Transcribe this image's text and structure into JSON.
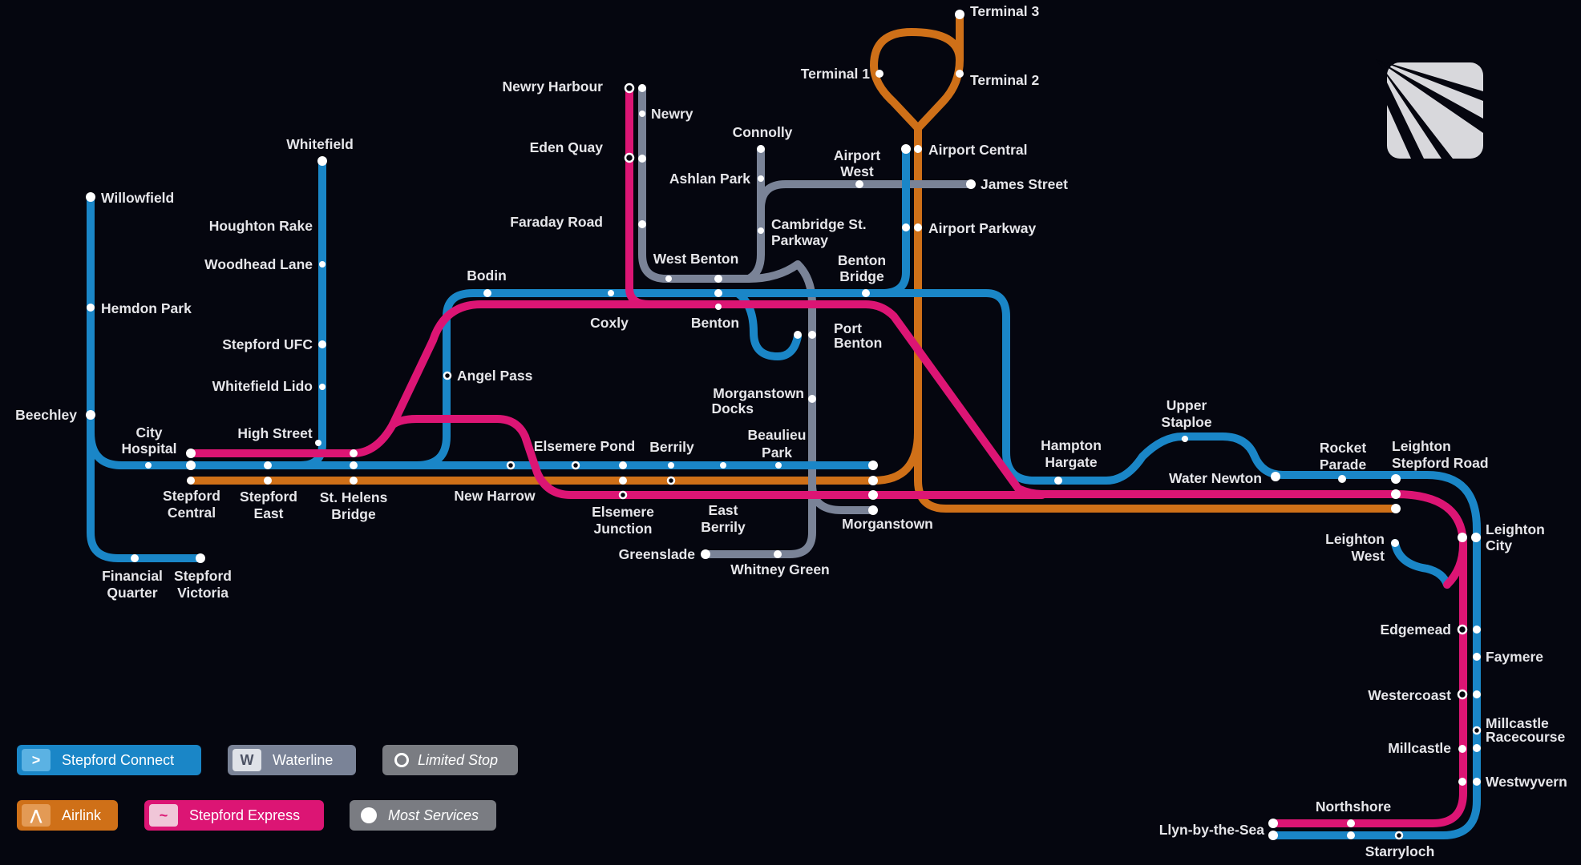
{
  "colors": {
    "connect": "#1a86c7",
    "waterline": "#7a8397",
    "airlink": "#cf7018",
    "express": "#dc1574",
    "background": "#05060f"
  },
  "legend": {
    "connect": "Stepford Connect",
    "waterline": "Waterline",
    "limited": "Limited Stop",
    "airlink": "Airlink",
    "express": "Stepford Express",
    "most": "Most Services"
  },
  "lines": [
    "Stepford Connect",
    "Waterline",
    "Airlink",
    "Stepford Express"
  ],
  "stations": {
    "terminal3": "Terminal 3",
    "terminal1": "Terminal 1",
    "terminal2": "Terminal 2",
    "newry_harbour": "Newry Harbour",
    "newry": "Newry",
    "connolly": "Connolly",
    "eden_quay": "Eden Quay",
    "airport_west_1": "Airport",
    "airport_west_2": "West",
    "airport_central": "Airport Central",
    "james_street": "James Street",
    "ashlan_park": "Ashlan Park",
    "whitefield": "Whitefield",
    "cambridge_1": "Cambridge St.",
    "cambridge_2": "Parkway",
    "willowfield": "Willowfield",
    "faraday_road": "Faraday Road",
    "airport_parkway": "Airport Parkway",
    "houghton_rake": "Houghton Rake",
    "woodhead_lane": "Woodhead Lane",
    "west_benton": "West Benton",
    "benton_bridge_1": "Benton",
    "benton_bridge_2": "Bridge",
    "bodin": "Bodin",
    "hemdon_park": "Hemdon Park",
    "coxly": "Coxly",
    "benton": "Benton",
    "port_benton_1": "Port",
    "port_benton_2": "Benton",
    "stepford_ufc": "Stepford UFC",
    "angel_pass": "Angel Pass",
    "whitefield_lido": "Whitefield Lido",
    "morganstown_docks_1": "Morganstown",
    "morganstown_docks_2": "Docks",
    "upper_staploe_1": "Upper",
    "upper_staploe_2": "Staploe",
    "beechley": "Beechley",
    "city_hospital_1": "City",
    "city_hospital_2": "Hospital",
    "high_street": "High Street",
    "beaulieu_park_1": "Beaulieu",
    "beaulieu_park_2": "Park",
    "elsemere_pond": "Elsemere Pond",
    "berrily": "Berrily",
    "hampton_hargate_1": "Hampton",
    "hampton_hargate_2": "Hargate",
    "rocket_parade_1": "Rocket",
    "rocket_parade_2": "Parade",
    "leighton_stepford_road_1": "Leighton",
    "leighton_stepford_road_2": "Stepford Road",
    "water_newton": "Water Newton",
    "stepford_central_1": "Stepford",
    "stepford_central_2": "Central",
    "stepford_east_1": "Stepford",
    "stepford_east_2": "East",
    "st_helens_bridge_1": "St. Helens",
    "st_helens_bridge_2": "Bridge",
    "new_harrow": "New Harrow",
    "elsemere_junction_1": "Elsemere",
    "elsemere_junction_2": "Junction",
    "east_berrily_1": "East",
    "east_berrily_2": "Berrily",
    "morganstown": "Morganstown",
    "leighton_city_1": "Leighton",
    "leighton_city_2": "City",
    "leighton_west_1": "Leighton",
    "leighton_west_2": "West",
    "greenslade": "Greenslade",
    "whitney_green": "Whitney Green",
    "financial_quarter_1": "Financial",
    "financial_quarter_2": "Quarter",
    "stepford_victoria_1": "Stepford",
    "stepford_victoria_2": "Victoria",
    "edgemead": "Edgemead",
    "faymere": "Faymere",
    "westercoast": "Westercoast",
    "millcastle_racecourse_1": "Millcastle",
    "millcastle_racecourse_2": "Racecourse",
    "millcastle": "Millcastle",
    "westwyvern": "Westwyvern",
    "northshore": "Northshore",
    "llyn_by_the_sea": "Llyn-by-the-Sea",
    "starryloch": "Starryloch"
  }
}
